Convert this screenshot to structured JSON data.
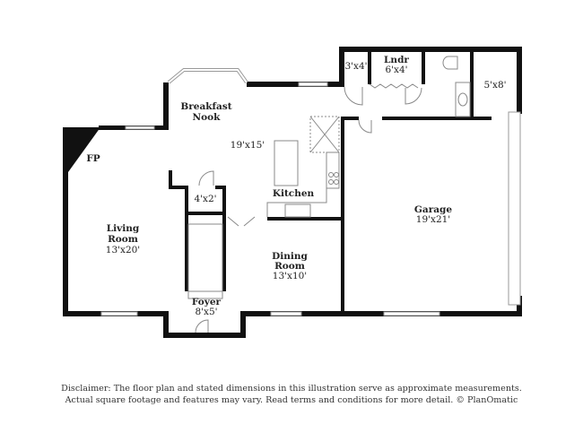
{
  "rooms": [
    {
      "name": "Breakfast Nook",
      "lines": [
        "Breakfast",
        "Nook"
      ]
    },
    {
      "name": "Kitchen",
      "lines": [
        "Kitchen"
      ],
      "dim": "19'x15'"
    },
    {
      "name": "Living Room",
      "lines": [
        "Living",
        "Room"
      ],
      "dim": "13'x20'"
    },
    {
      "name": "Dining Room",
      "lines": [
        "Dining",
        "Room"
      ],
      "dim": "13'x10'"
    },
    {
      "name": "Foyer",
      "lines": [
        "Foyer"
      ],
      "dim": "8'x5'"
    },
    {
      "name": "Garage",
      "lines": [
        "Garage"
      ],
      "dim": "19'x21'"
    },
    {
      "name": "Lndr",
      "lines": [
        "Lndr"
      ],
      "dim": "6'x4'"
    }
  ],
  "dims": {
    "closet_top": "3'x4'",
    "bath": "5'x8'",
    "closet_stairs": "4'x2'"
  },
  "fireplace": "FP",
  "disclaimer": [
    "Disclaimer: The floor plan and stated dimensions in this illustration serve as approximate measurements.",
    "Actual square footage and features may vary. Read terms and conditions for more detail. © PlanOmatic"
  ]
}
